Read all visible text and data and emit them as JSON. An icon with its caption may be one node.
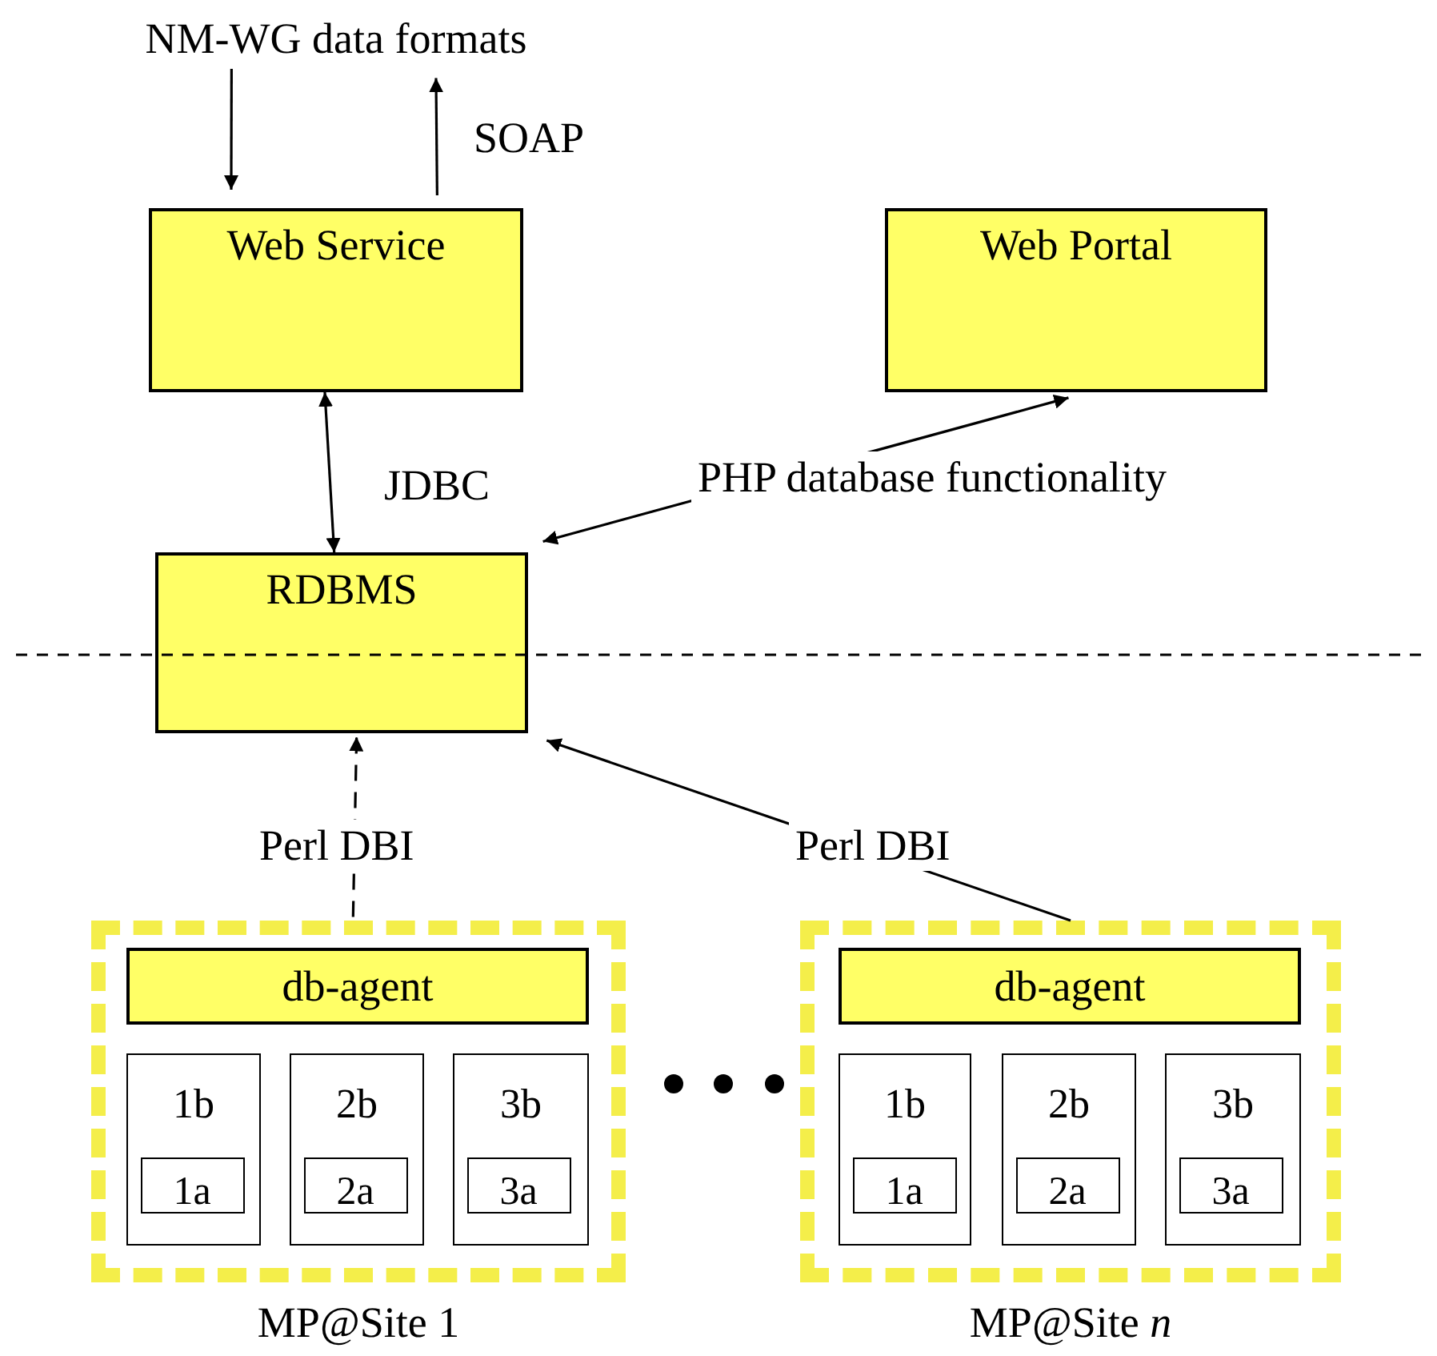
{
  "diagram": {
    "nodes": [
      {
        "text": [
          "NM-WG data formats"
        ]
      },
      {
        "text": [
          "Web Service"
        ]
      },
      {
        "text": [
          "Web Portal"
        ]
      },
      {
        "text": [
          "RDBMS"
        ]
      },
      {
        "text": [
          "MP@Site 1"
        ]
      },
      {
        "text": [
          "db-agent"
        ],
        "in": 4
      },
      {
        "text": [
          "1b"
        ],
        "in": 4
      },
      {
        "text": [
          "1a"
        ],
        "in": 6
      },
      {
        "text": [
          "2b"
        ],
        "in": 4
      },
      {
        "text": [
          "2a"
        ],
        "in": 8
      },
      {
        "text": [
          "3b"
        ],
        "in": 4
      },
      {
        "text": [
          "3a"
        ],
        "in": 10
      },
      {
        "text": [
          "MP@Site *n*"
        ]
      },
      {
        "text": [
          "db-agent"
        ],
        "in": 12
      },
      {
        "text": [
          "1b"
        ],
        "in": 12
      },
      {
        "text": [
          "1a"
        ],
        "in": 14
      },
      {
        "text": [
          "2b"
        ],
        "in": 12
      },
      {
        "text": [
          "2a"
        ],
        "in": 16
      },
      {
        "text": [
          "3b"
        ],
        "in": 12
      },
      {
        "text": [
          "3a"
        ],
        "in": 18
      }
    ],
    "edges": [
      {
        "from": 0,
        "to": 1,
        "arrow": "to"
      },
      {
        "from": 1,
        "to": 0,
        "arrow": "to",
        "label": "SOAP"
      },
      {
        "from": 1,
        "to": 3,
        "arrow": "both",
        "label": "JDBC"
      },
      {
        "from": 3,
        "to": 2,
        "arrow": "both",
        "label": "PHP database functionality"
      },
      {
        "from": 4,
        "to": 3,
        "arrow": "to",
        "label": "Perl DBI",
        "style": "dashed"
      },
      {
        "from": 12,
        "to": 3,
        "arrow": "to",
        "label": "Perl DBI"
      }
    ]
  }
}
